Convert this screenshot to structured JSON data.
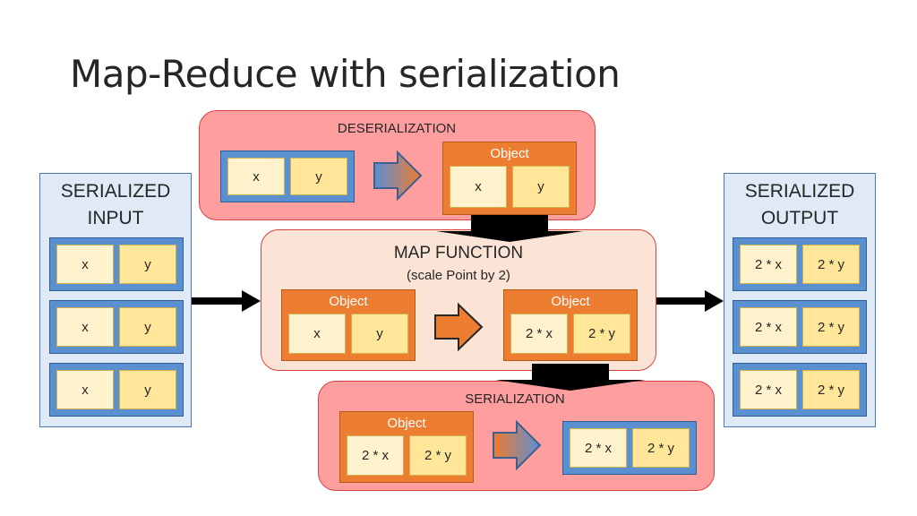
{
  "title": "Map-Reduce with serialization",
  "input_panel": {
    "label_line1": "SERIALIZED",
    "label_line2": "INPUT",
    "rows": [
      {
        "a": "x",
        "b": "y"
      },
      {
        "a": "x",
        "b": "y"
      },
      {
        "a": "x",
        "b": "y"
      }
    ]
  },
  "output_panel": {
    "label_line1": "SERIALIZED",
    "label_line2": "OUTPUT",
    "rows": [
      {
        "a": "2 * x",
        "b": "2 * y"
      },
      {
        "a": "2 * x",
        "b": "2 * y"
      },
      {
        "a": "2 * x",
        "b": "2 * y"
      }
    ]
  },
  "deserialization": {
    "label": "DESERIALIZATION",
    "input_pair": {
      "a": "x",
      "b": "y"
    },
    "object": {
      "label": "Object",
      "a": "x",
      "b": "y"
    }
  },
  "map_function": {
    "label": "MAP FUNCTION",
    "sublabel": "(scale Point by 2)",
    "in_object": {
      "label": "Object",
      "a": "x",
      "b": "y"
    },
    "out_object": {
      "label": "Object",
      "a": "2 * x",
      "b": "2 * y"
    }
  },
  "serialization": {
    "label": "SERIALIZATION",
    "object": {
      "label": "Object",
      "a": "2 * x",
      "b": "2 * y"
    },
    "output_pair": {
      "a": "2 * x",
      "b": "2 * y"
    }
  },
  "colors": {
    "stage_red": "#ff9e9e",
    "stage_peach": "#fbe4d5",
    "object_orange": "#ed7d31",
    "serialized_blue": "#5a8fd0",
    "cell_yellow": "#ffe699"
  }
}
